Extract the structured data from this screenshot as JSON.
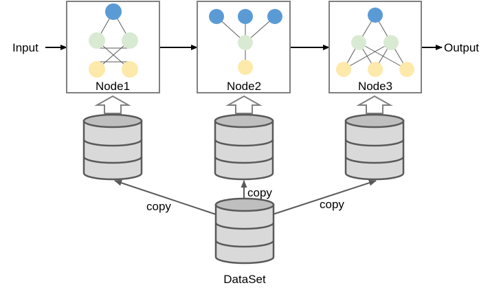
{
  "labels": {
    "input": "Input",
    "output": "Output",
    "dataset": "DataSet",
    "copy": "copy"
  },
  "nodes": [
    {
      "name": "Node1",
      "layers": [
        1,
        2,
        2
      ],
      "connections": "cross"
    },
    {
      "name": "Node2",
      "layers": [
        3,
        1,
        1
      ],
      "connections": "funnel"
    },
    {
      "name": "Node3",
      "layers": [
        1,
        2,
        3
      ],
      "connections": "full"
    }
  ],
  "colors": {
    "top_neuron": "#5b9bd5",
    "hidden_neuron": "#d9ead3",
    "bottom_neuron": "#fde9a9",
    "database_fill": "#d9d9d9",
    "database_stroke": "#595959"
  }
}
